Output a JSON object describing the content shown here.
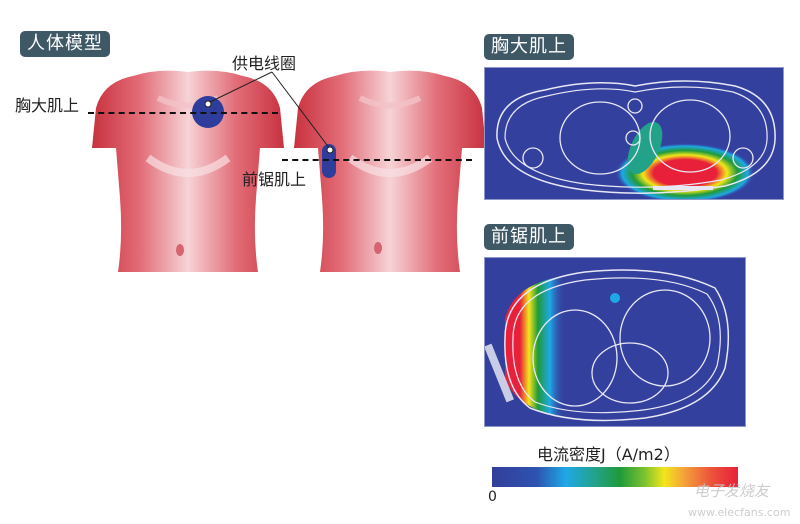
{
  "left_section": {
    "title_tag": "人体模型",
    "coil_label": "供电线圈",
    "line_labels": {
      "pectoralis": "胸大肌上",
      "serratus": "前锯肌上"
    },
    "colors": {
      "skin": "#d9505e",
      "coil": "#2e3d9c",
      "tag_bg": "#3f5866"
    }
  },
  "right_section": {
    "panels": [
      {
        "title_tag": "胸大肌上"
      },
      {
        "title_tag": "前锯肌上"
      }
    ],
    "colors": {
      "panel_bg": "#34409e",
      "outline": "#e8e8f4"
    }
  },
  "colorbar": {
    "title": "电流密度J（A/m2）",
    "min_label": "0",
    "colors": [
      "#333f9a",
      "#1fa8e6",
      "#1f9a3a",
      "#f2e61a",
      "#f5a23a",
      "#e8203a"
    ]
  },
  "watermark": {
    "text": "电子发烧友",
    "url": "www.elecfans.com"
  }
}
